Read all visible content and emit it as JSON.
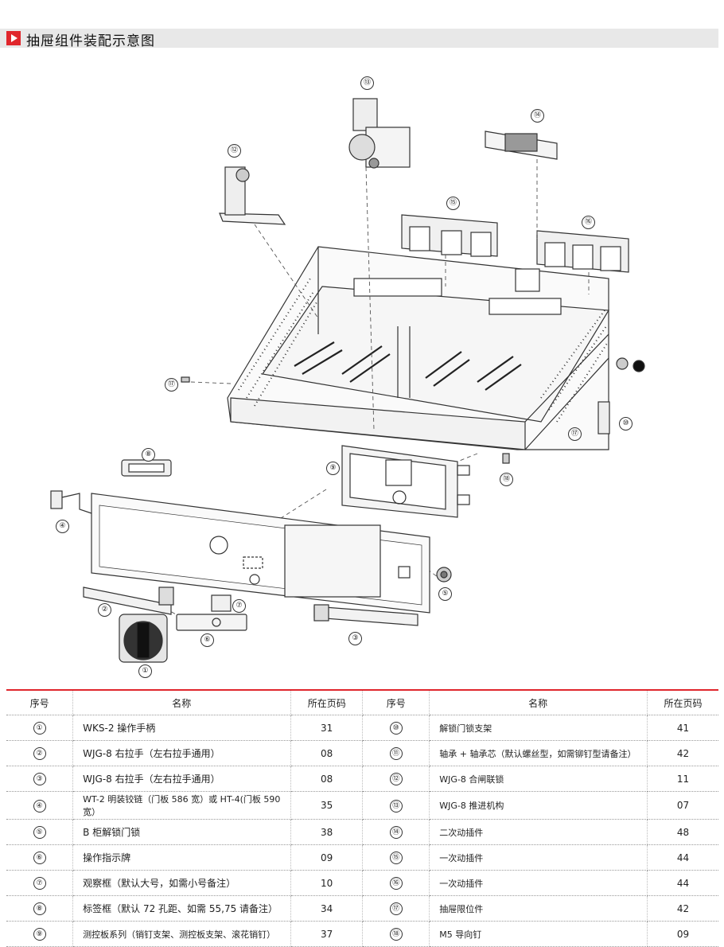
{
  "header": {
    "title": "抽屉组件装配示意图"
  },
  "callouts": [
    "⑬",
    "⑭",
    "⑫",
    "⑮",
    "⑯",
    "⑰",
    "⑩",
    "⑰",
    "⑨",
    "⑱",
    "⑧",
    "⑦",
    "④",
    "⑤",
    "②",
    "③",
    "⑥",
    "①"
  ],
  "table": {
    "headers": [
      "序号",
      "名称",
      "所在页码",
      "序号",
      "名称",
      "所在页码"
    ],
    "rows": [
      {
        "no1": "①",
        "name1": "WKS-2 操作手柄",
        "page1": "31",
        "no2": "⑩",
        "name2": "解锁门锁支架",
        "page2": "41"
      },
      {
        "no1": "②",
        "name1": "WJG-8 右拉手（左右拉手通用）",
        "page1": "08",
        "no2": "⑪",
        "name2": "轴承 + 轴承芯（默认螺丝型，如需铆钉型请备注）",
        "page2": "42"
      },
      {
        "no1": "③",
        "name1": "WJG-8 右拉手（左右拉手通用）",
        "page1": "08",
        "no2": "⑫",
        "name2": "WJG-8 合闸联锁",
        "page2": "11"
      },
      {
        "no1": "④",
        "name1": "WT-2 明装铰链（门板 586 宽）或 HT-4(门板 590 宽）",
        "page1": "35",
        "no2": "⑬",
        "name2": "WJG-8 推进机构",
        "page2": "07"
      },
      {
        "no1": "⑤",
        "name1": " B 柜解锁门锁",
        "page1": "38",
        "no2": "⑭",
        "name2": "二次动插件",
        "page2": "48"
      },
      {
        "no1": "⑥",
        "name1": "操作指示牌",
        "page1": "09",
        "no2": "⑮",
        "name2": "一次动插件",
        "page2": "44"
      },
      {
        "no1": "⑦",
        "name1": "观察框（默认大号，如需小号备注）",
        "page1": "10",
        "no2": "⑯",
        "name2": "一次动插件",
        "page2": "44"
      },
      {
        "no1": "⑧",
        "name1": "标签框（默认 72 孔距、如需 55,75 请备注）",
        "page1": "34",
        "no2": "⑰",
        "name2": "抽屉限位件",
        "page2": "42"
      },
      {
        "no1": "⑨",
        "name1": "测控板系列（销钉支架、测控板支架、滚花销钉）",
        "page1": "37",
        "no2": "⑱",
        "name2": "M5 导向钉",
        "page2": "09"
      }
    ]
  }
}
